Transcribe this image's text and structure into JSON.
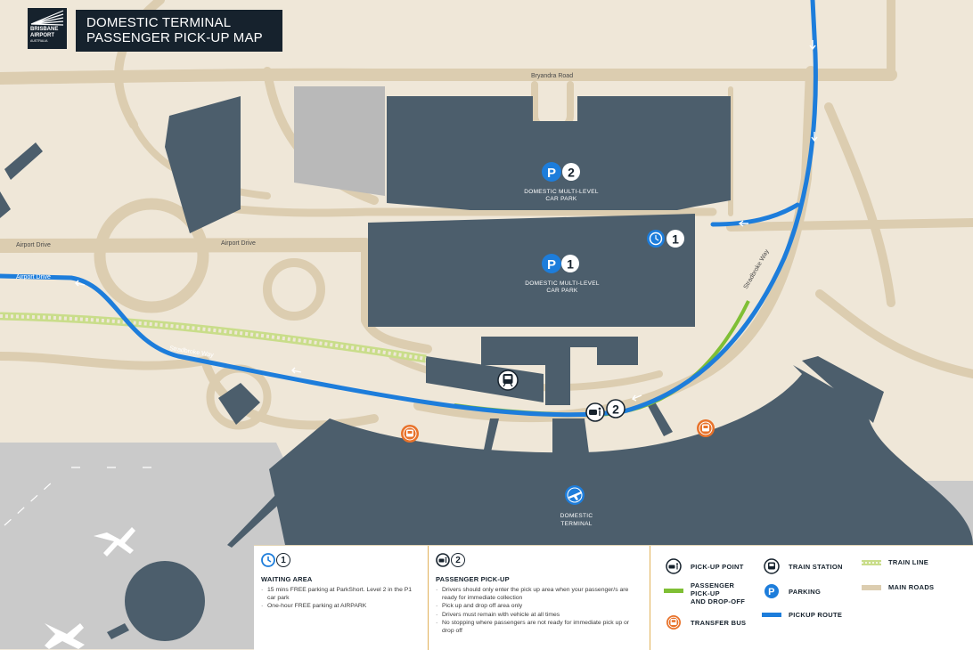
{
  "header": {
    "title_line1": "DOMESTIC TERMINAL",
    "title_line2": "PASSENGER PICK-UP MAP",
    "logo_line1": "BRISBANE",
    "logo_line2": "AIRPORT",
    "logo_line3": "AUSTRALIA"
  },
  "roads": {
    "bryandra": "Bryandra Road",
    "airport_drive_1": "Airport Drive",
    "airport_drive_2": "Airport Drive",
    "airport_drive_3": "Airport Drive",
    "stradbroke_1": "Stradbroke Way",
    "stradbroke_2": "Stradbroke Way"
  },
  "carparks": {
    "p2_number": "2",
    "p2_line1": "DOMESTIC MULTI-LEVEL",
    "p2_line2": "CAR PARK",
    "p1_number": "1",
    "p1_line1": "DOMESTIC MULTI-LEVEL",
    "p1_line2": "CAR PARK",
    "p_letter": "P"
  },
  "markers": {
    "waiting_number": "1",
    "pickup_number": "2"
  },
  "terminal": {
    "line1": "DOMESTIC",
    "line2": "TERMINAL"
  },
  "legend": {
    "waiting": {
      "number": "1",
      "title": "WAITING AREA",
      "items": [
        "15 mins FREE parking at ParkShort. Level 2 in the P1 car park",
        "One-hour FREE parking at AIRPARK"
      ]
    },
    "pickup": {
      "number": "2",
      "title": "PASSENGER PICK-UP",
      "items": [
        "Drivers should only enter the pick up area when your passenger/s are ready for immediate collection",
        "Pick up and drop off area only",
        "Drivers must remain with vehicle at all times",
        "No stopping where passengers are not ready for immediate pick up or drop off"
      ]
    },
    "keys": {
      "pickup_point": "PICK-UP POINT",
      "train_station": "TRAIN STATION",
      "train_line": "TRAIN LINE",
      "passenger_pickup_1": "PASSENGER",
      "passenger_pickup_2": "PICK-UP",
      "passenger_pickup_3": "AND DROP-OFF",
      "parking": "PARKING",
      "main_roads": "MAIN ROADS",
      "transfer_bus": "TRANSFER BUS",
      "pickup_route": "PICKUP ROUTE"
    }
  },
  "colors": {
    "background": "#efe7d8",
    "road": "#dccdb0",
    "building": "#4c5e6c",
    "tarmac": "#cacaca",
    "route": "#1d7ddb",
    "pickup_zone": "#7fbf35",
    "train_line": "#c9dd8a",
    "bus": "#e8722a",
    "header": "#16222d"
  }
}
